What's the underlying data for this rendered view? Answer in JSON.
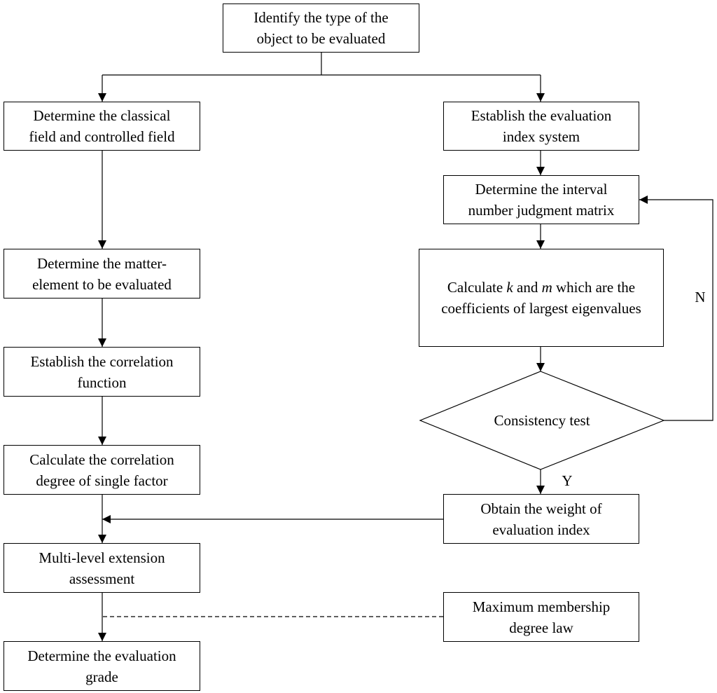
{
  "nodes": {
    "identify_type": "Identify the type of the\nobject to be evaluated",
    "classical_field": "Determine the classical\nfield and controlled field",
    "matter_element": "Determine the matter-\nelement to be evaluated",
    "correlation_function": "Establish the correlation\nfunction",
    "correlation_degree": "Calculate the correlation\ndegree of single factor",
    "multi_level": "Multi-level extension\nassessment",
    "evaluation_grade": "Determine the evaluation\ngrade",
    "index_system": "Establish the evaluation\nindex system",
    "judgment_matrix": "Determine the interval\nnumber judgment matrix",
    "calculate_km": {
      "before_k": "Calculate ",
      "k": "k",
      "between": " and ",
      "m": "m",
      "after_m": " which are the",
      "line2": "coefficients of largest eigenvalues"
    },
    "consistency_test": "Consistency test",
    "weight": "Obtain the weight of\nevaluation index",
    "max_membership": "Maximum membership\ndegree law"
  },
  "edge_labels": {
    "no": "N",
    "yes": "Y"
  }
}
